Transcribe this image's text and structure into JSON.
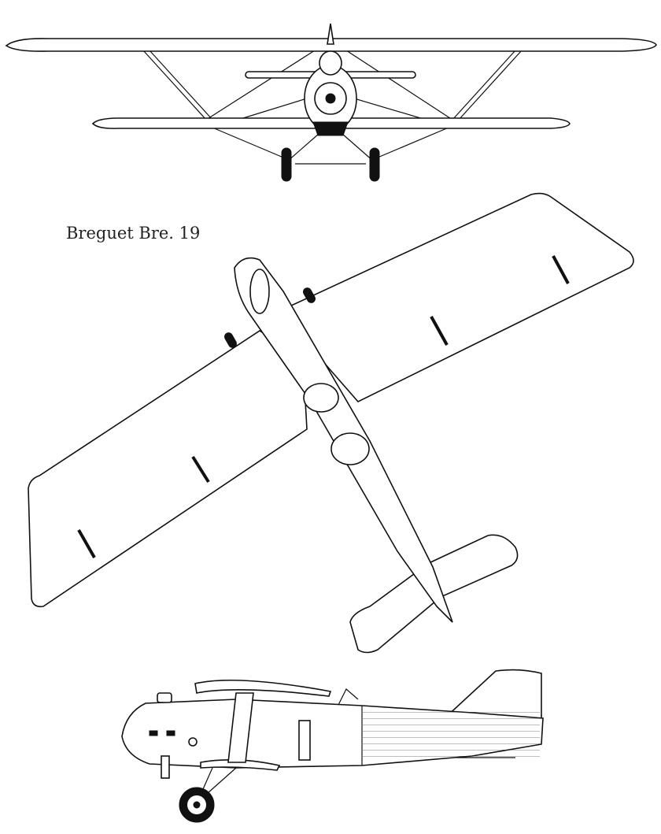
{
  "title": "Breguet Bre. 19",
  "views": [
    "front-view",
    "top-view",
    "side-view"
  ],
  "colors": {
    "line": "#111111",
    "background": "#ffffff"
  }
}
